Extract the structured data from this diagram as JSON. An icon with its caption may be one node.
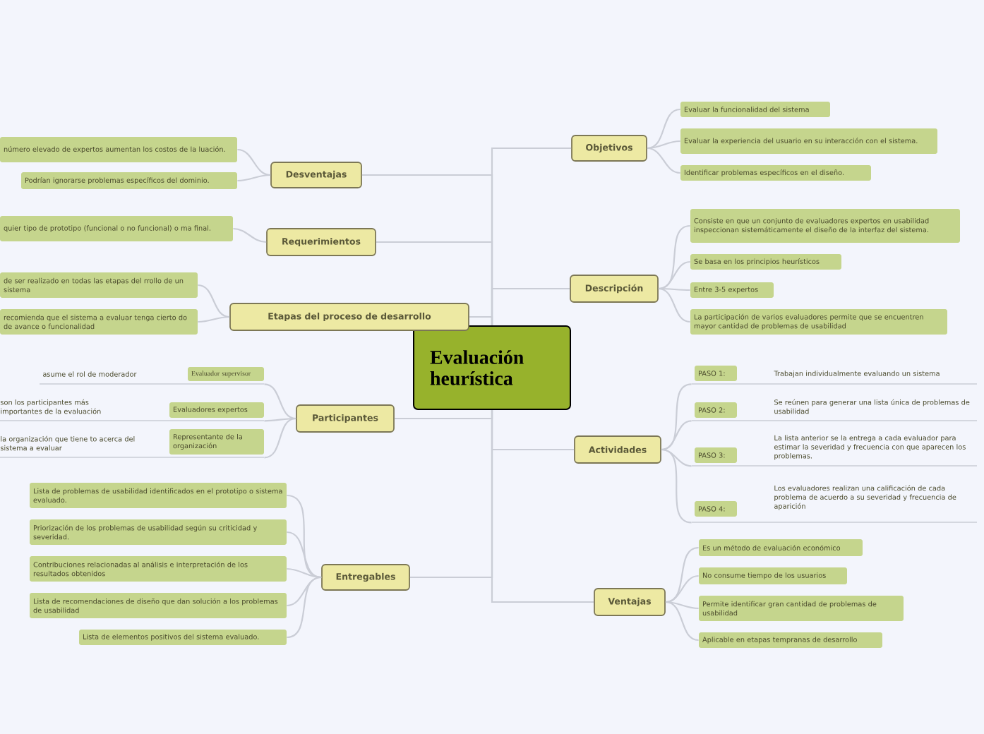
{
  "diagram": {
    "nodes": [
      {
        "text": [
          "Evaluación heurística"
        ]
      },
      {
        "text": [
          "Desventajas"
        ]
      },
      {
        "text": [
          "número elevado de expertos aumentan los costos de la luación."
        ]
      },
      {
        "text": [
          "Podrían ignorarse problemas específicos del dominio."
        ]
      },
      {
        "text": [
          "Requerimientos"
        ]
      },
      {
        "text": [
          "quier tipo de prototipo (funcional o no funcional) o ma final."
        ]
      },
      {
        "text": [
          "Etapas del proceso de desarrollo"
        ]
      },
      {
        "text": [
          "de ser realizado en todas las etapas del rrollo de un sistema"
        ]
      },
      {
        "text": [
          "recomienda que el sistema a evaluar tenga cierto do de avance o funcionalidad"
        ]
      },
      {
        "text": [
          "Participantes"
        ]
      },
      {
        "text": [
          "asume el rol de moderador",
          "Evaluador supervisor"
        ]
      },
      {
        "text": [
          "son los participantes más importantes de la evaluación",
          "Evaluadores expertos"
        ]
      },
      {
        "text": [
          "la organización que tiene to acerca del sistema a evaluar",
          "Representante de la organización"
        ]
      },
      {
        "text": [
          "Entregables"
        ]
      },
      {
        "text": [
          "Lista de problemas de usabilidad identificados en el prototipo o sistema evaluado."
        ]
      },
      {
        "text": [
          "Priorización de los problemas de usabilidad según su criticidad y severidad."
        ]
      },
      {
        "text": [
          "Contribuciones relacionadas al análisis e interpretación de los resultados obtenidos"
        ]
      },
      {
        "text": [
          "Lista de recomendaciones de diseño que dan solución a los problemas de usabilidad"
        ]
      },
      {
        "text": [
          "Lista de elementos positivos del sistema evaluado."
        ]
      },
      {
        "text": [
          "Objetivos"
        ]
      },
      {
        "text": [
          "Evaluar la funcionalidad del sistema"
        ]
      },
      {
        "text": [
          "Evaluar la experiencia del usuario en su interacción con el sistema."
        ]
      },
      {
        "text": [
          "Identificar problemas específicos en el diseño."
        ]
      },
      {
        "text": [
          "Descripción"
        ]
      },
      {
        "text": [
          "Consiste en que un conjunto de evaluadores expertos en usabilidad inspeccionan sistemáticamente el diseño de la interfaz del sistema."
        ]
      },
      {
        "text": [
          "Se basa en los principios heurísticos"
        ]
      },
      {
        "text": [
          "Entre 3-5 expertos"
        ]
      },
      {
        "text": [
          "La participación de varios evaluadores permite que se encuentren mayor cantidad de problemas de usabilidad"
        ]
      },
      {
        "text": [
          "Actividades"
        ]
      },
      {
        "text": [
          "PASO 1:",
          "Trabajan individualmente evaluando un sistema"
        ]
      },
      {
        "text": [
          "PASO 2:",
          "Se reúnen para generar una lista única de problemas de usabilidad"
        ]
      },
      {
        "text": [
          "PASO 3:",
          "La lista anterior se la entrega a cada evaluador para estimar la severidad y frecuencia con que aparecen los problemas."
        ]
      },
      {
        "text": [
          "PASO 4:",
          "Los evaluadores realizan una calificación de cada problema de acuerdo a su severidad y frecuencia de aparición"
        ]
      },
      {
        "text": [
          "Ventajas"
        ]
      },
      {
        "text": [
          "Es un método de evaluación económico"
        ]
      },
      {
        "text": [
          "No consume tiempo de los usuarios"
        ]
      },
      {
        "text": [
          "Permite identificar gran cantidad de problemas de usabilidad"
        ]
      },
      {
        "text": [
          "Aplicable en etapas tempranas de desarrollo"
        ]
      }
    ],
    "edges": [
      {
        "from": 0,
        "to": 1,
        "arrow": "none"
      },
      {
        "from": 1,
        "to": 2,
        "arrow": "none"
      },
      {
        "from": 1,
        "to": 3,
        "arrow": "none"
      },
      {
        "from": 0,
        "to": 4,
        "arrow": "none"
      },
      {
        "from": 4,
        "to": 5,
        "arrow": "none"
      },
      {
        "from": 0,
        "to": 6,
        "arrow": "none"
      },
      {
        "from": 6,
        "to": 7,
        "arrow": "none"
      },
      {
        "from": 6,
        "to": 8,
        "arrow": "none"
      },
      {
        "from": 0,
        "to": 9,
        "arrow": "none"
      },
      {
        "from": 9,
        "to": 10,
        "arrow": "none"
      },
      {
        "from": 9,
        "to": 11,
        "arrow": "none"
      },
      {
        "from": 9,
        "to": 12,
        "arrow": "none"
      },
      {
        "from": 0,
        "to": 13,
        "arrow": "none"
      },
      {
        "from": 13,
        "to": 14,
        "arrow": "none"
      },
      {
        "from": 13,
        "to": 15,
        "arrow": "none"
      },
      {
        "from": 13,
        "to": 16,
        "arrow": "none"
      },
      {
        "from": 13,
        "to": 17,
        "arrow": "none"
      },
      {
        "from": 13,
        "to": 18,
        "arrow": "none"
      },
      {
        "from": 0,
        "to": 19,
        "arrow": "none"
      },
      {
        "from": 19,
        "to": 20,
        "arrow": "none"
      },
      {
        "from": 19,
        "to": 21,
        "arrow": "none"
      },
      {
        "from": 19,
        "to": 22,
        "arrow": "none"
      },
      {
        "from": 0,
        "to": 23,
        "arrow": "none"
      },
      {
        "from": 23,
        "to": 24,
        "arrow": "none"
      },
      {
        "from": 23,
        "to": 25,
        "arrow": "none"
      },
      {
        "from": 23,
        "to": 26,
        "arrow": "none"
      },
      {
        "from": 23,
        "to": 27,
        "arrow": "none"
      },
      {
        "from": 0,
        "to": 28,
        "arrow": "none"
      },
      {
        "from": 28,
        "to": 29,
        "arrow": "none"
      },
      {
        "from": 28,
        "to": 30,
        "arrow": "none"
      },
      {
        "from": 28,
        "to": 31,
        "arrow": "none"
      },
      {
        "from": 28,
        "to": 32,
        "arrow": "none"
      },
      {
        "from": 0,
        "to": 33,
        "arrow": "none"
      },
      {
        "from": 33,
        "to": 34,
        "arrow": "none"
      },
      {
        "from": 33,
        "to": 35,
        "arrow": "none"
      },
      {
        "from": 33,
        "to": 36,
        "arrow": "none"
      },
      {
        "from": 33,
        "to": 37,
        "arrow": "none"
      }
    ]
  }
}
